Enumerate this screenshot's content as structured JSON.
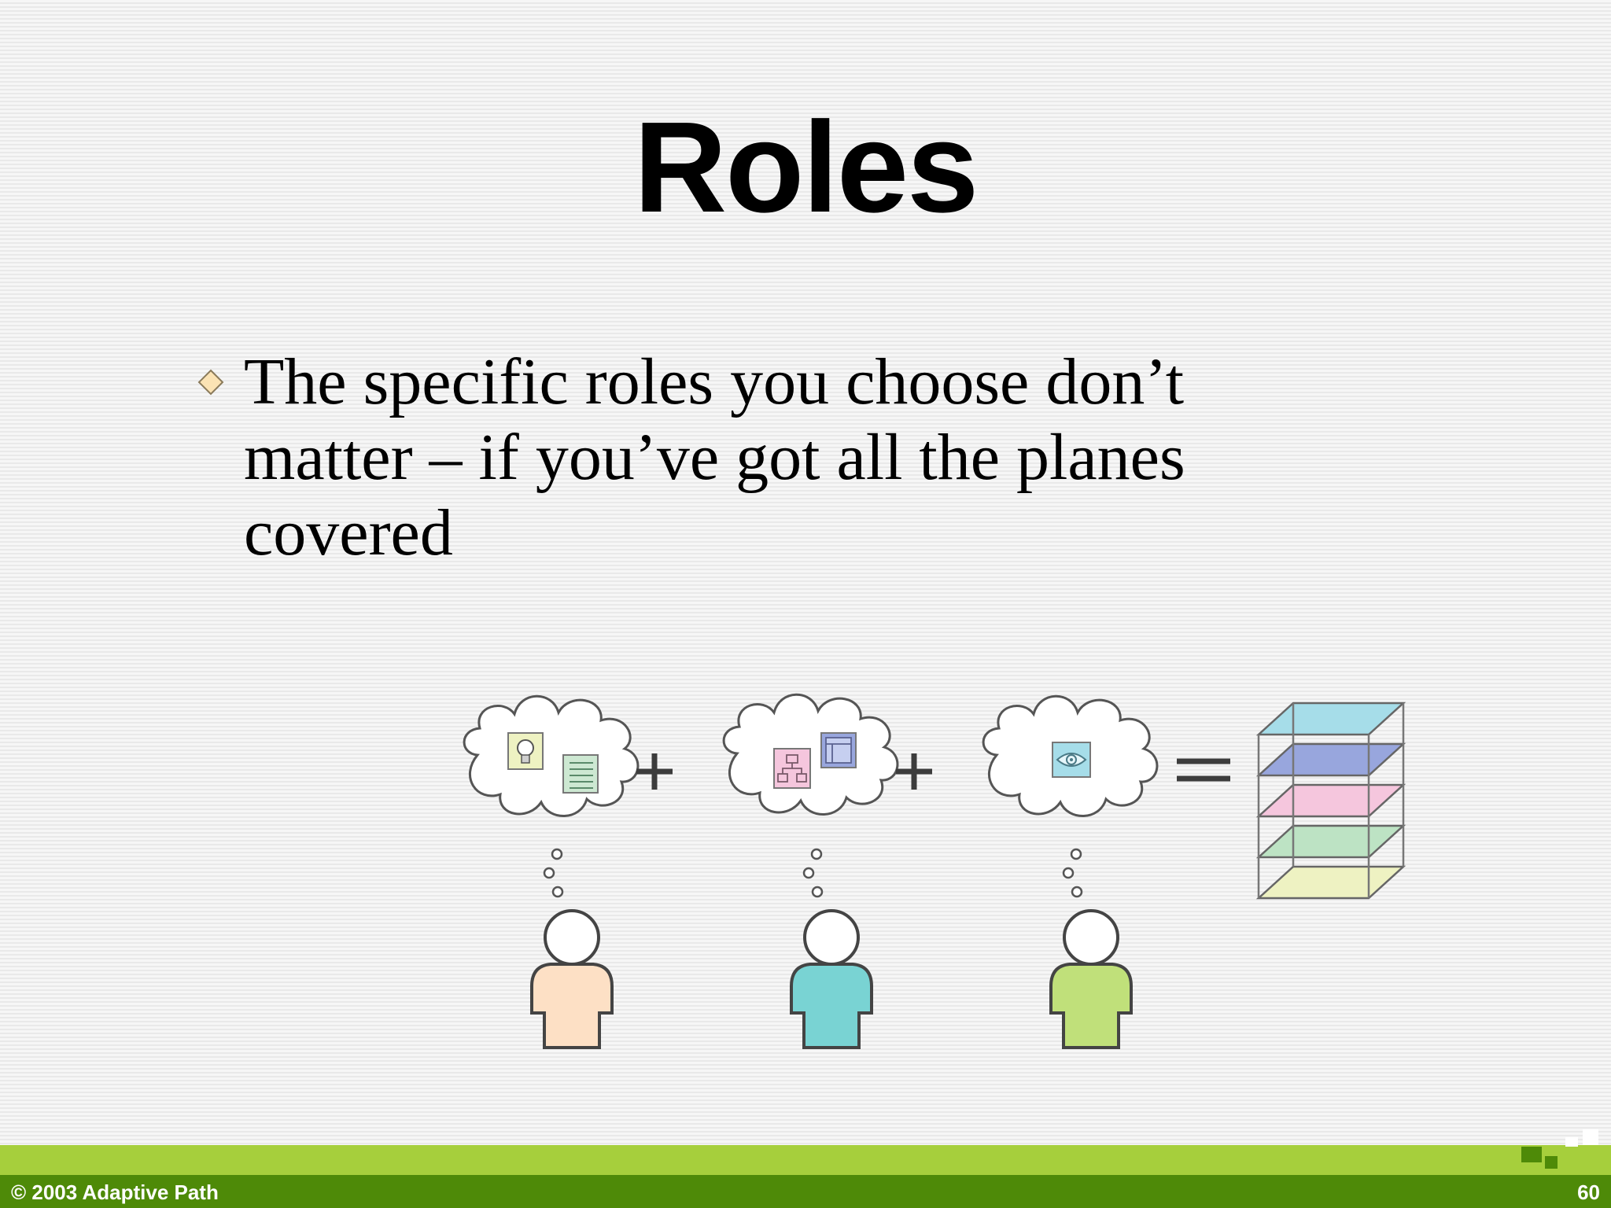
{
  "slide": {
    "title": "Roles",
    "bullets": [
      "The specific roles you choose don’t matter – if you’ve got all the planes covered"
    ]
  },
  "illustration": {
    "operators": [
      "+",
      "+",
      "="
    ],
    "roles": [
      {
        "body_color": "#fde0c5",
        "thought_icons": [
          "lightbulb-icon",
          "list-icon"
        ]
      },
      {
        "body_color": "#79d3d3",
        "thought_icons": [
          "sitemap-icon",
          "wireframe-icon"
        ]
      },
      {
        "body_color": "#c0e07a",
        "thought_icons": [
          "eye-icon"
        ]
      }
    ],
    "plane_colors": [
      "#a6dde9",
      "#98a6dd",
      "#f5c6dd",
      "#bde3c4",
      "#eef2c2"
    ]
  },
  "footer": {
    "copyright": "© 2003 Adaptive Path",
    "page_number": "60"
  }
}
